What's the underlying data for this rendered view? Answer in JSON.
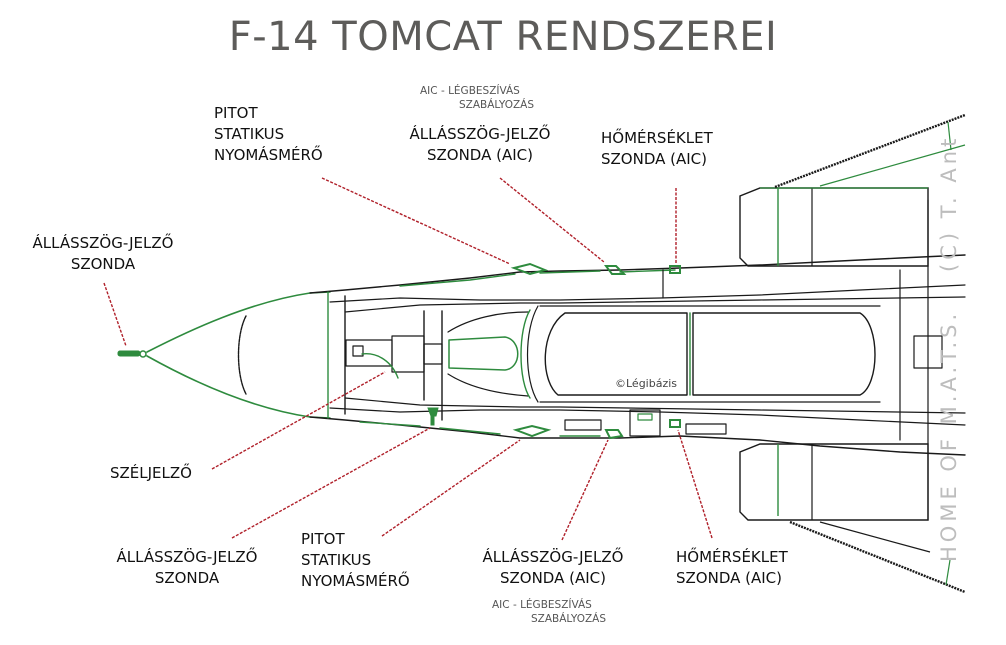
{
  "title": "F-14 TOMCAT RENDSZEREI",
  "copyright": "©Légibázis",
  "watermark": {
    "top": "(C) T. Ant",
    "bottom": "HOME OF M.A.T.S."
  },
  "colors": {
    "title": "#5d5c5a",
    "outline_green": "#2e8b3e",
    "outline_dark": "#1a1a1a",
    "leader_red": "#b0202a",
    "watermark": "#bdbdbd"
  },
  "labels": {
    "nose_aoa": {
      "line1": "ÁLLÁSSZÖG-JELZŐ",
      "line2": "SZONDA"
    },
    "pitot_top": {
      "line1": "PITOT",
      "line2": "STATIKUS",
      "line3": "NYOMÁSMÉRŐ"
    },
    "aic_aoa_top": {
      "sub1": "AIC - LÉGBESZÍVÁS",
      "sub2": "SZABÁLYOZÁS",
      "line1": "ÁLLÁSSZÖG-JELZŐ",
      "line2": "SZONDA (AIC)"
    },
    "temp_top": {
      "line1": "HŐMÉRSÉKLET",
      "line2": "SZONDA (AIC)"
    },
    "sideslip": {
      "line1": "SZÉLJELZŐ"
    },
    "aoa_bottom": {
      "line1": "ÁLLÁSSZÖG-JELZŐ",
      "line2": "SZONDA"
    },
    "pitot_bottom": {
      "line1": "PITOT",
      "line2": "STATIKUS",
      "line3": "NYOMÁSMÉRŐ"
    },
    "aic_aoa_bottom": {
      "line1": "ÁLLÁSSZÖG-JELZŐ",
      "line2": "SZONDA (AIC)",
      "sub1": "AIC - LÉGBESZÍVÁS",
      "sub2": "SZABÁLYOZÁS"
    },
    "temp_bottom": {
      "line1": "HŐMÉRSÉKLET",
      "line2": "SZONDA (AIC)"
    }
  }
}
